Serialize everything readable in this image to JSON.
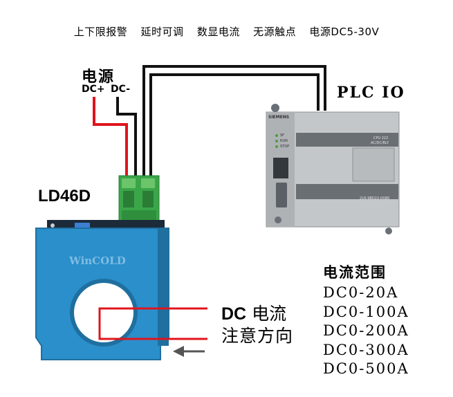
{
  "header": {
    "features": [
      "上下限报警",
      "延时可调",
      "数显电流",
      "无源触点",
      "电源DC5-30V"
    ]
  },
  "power": {
    "title": "电源",
    "positive_label": "DC+",
    "negative_label": "DC-"
  },
  "plc": {
    "label": "PLC IO",
    "brand": "SIEMENS",
    "cpu_label": "CPU 222",
    "cpu_sub": "AC/DC/RLY",
    "led_labels": [
      "SF",
      "RUN",
      "STOP"
    ],
    "part_number": "216-9BD22-0XB0"
  },
  "sensor": {
    "model": "LD46D",
    "brand": "WinCOLD"
  },
  "current_direction": {
    "line1_prefix": "DC",
    "line1_suffix": "电流",
    "line2": "注意方向"
  },
  "current_range": {
    "title": "电流范围",
    "items": [
      "DC0-20A",
      "DC0-100A",
      "DC0-200A",
      "DC0-300A",
      "DC0-500A"
    ]
  },
  "colors": {
    "sensor_body": "#2a8fca",
    "sensor_shadow": "#1f6f9f",
    "terminal_green": "#3aa648",
    "plc_body": "#c4c7c9",
    "wire_red": "#e0141c",
    "wire_black": "#111111"
  }
}
